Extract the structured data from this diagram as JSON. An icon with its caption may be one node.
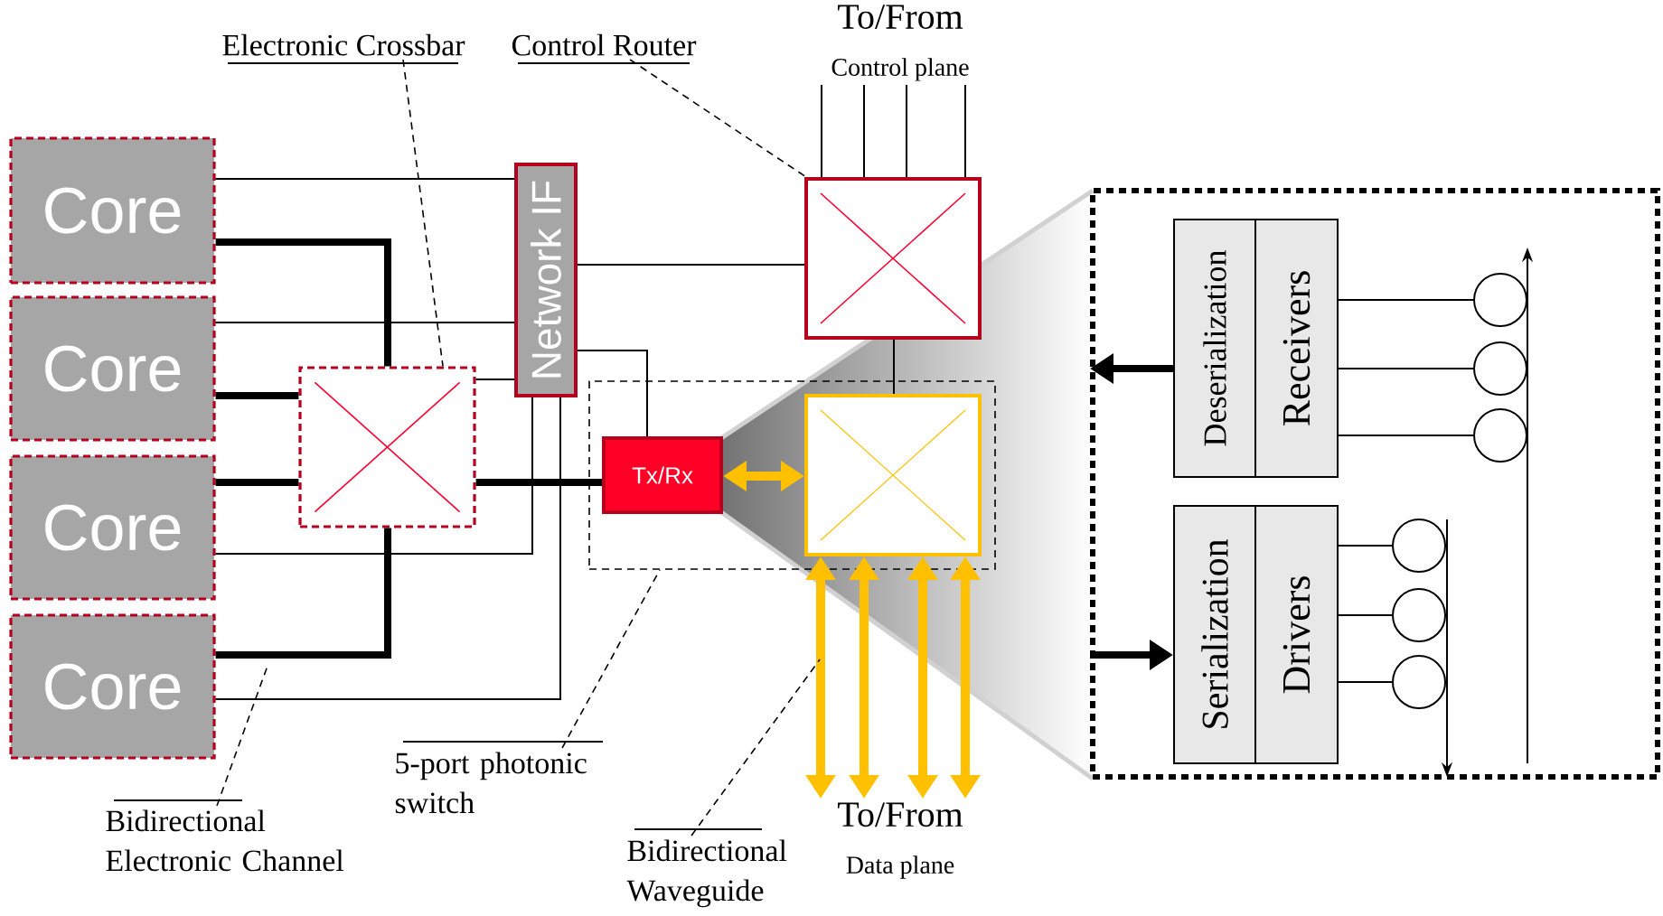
{
  "diagram": {
    "nodes": [
      {
        "text": [
          "Core"
        ]
      },
      {
        "text": [
          "Core"
        ]
      },
      {
        "text": [
          "Core"
        ]
      },
      {
        "text": [
          "Core"
        ]
      },
      {
        "text": [],
        "shape": "box"
      },
      {
        "text": [
          "Network IF"
        ]
      },
      {
        "text": [],
        "shape": "box"
      },
      {
        "text": [],
        "shape": "box"
      },
      {
        "text": [
          "Tx/Rx"
        ],
        "in": 7
      },
      {
        "text": [],
        "shape": "box",
        "in": 7
      },
      {
        "text": [],
        "shape": "box"
      },
      {
        "text": [
          "Deserialization"
        ],
        "in": 10
      },
      {
        "text": [
          "Receivers"
        ],
        "in": 10
      },
      {
        "text": [
          "Serialization"
        ],
        "in": 10
      },
      {
        "text": [
          "Drivers"
        ],
        "in": 10
      },
      {
        "text": [],
        "shape": "circle",
        "in": 10
      },
      {
        "text": [],
        "shape": "circle",
        "in": 10
      },
      {
        "text": [],
        "shape": "circle",
        "in": 10
      },
      {
        "text": [],
        "shape": "circle",
        "in": 10
      },
      {
        "text": [],
        "shape": "circle",
        "in": 10
      },
      {
        "text": [],
        "shape": "circle",
        "in": 10
      },
      {
        "text": [
          "Electronic Crossbar"
        ]
      },
      {
        "text": [
          "Control Router"
        ]
      },
      {
        "text": [
          "To/From",
          "Control plane"
        ]
      },
      {
        "text": [
          "5-port photonic switch"
        ]
      },
      {
        "text": [
          "Bidirectional Electronic Channel"
        ]
      },
      {
        "text": [
          "Bidirectional Waveguide"
        ]
      },
      {
        "text": [
          "To/From",
          "Data plane"
        ]
      }
    ],
    "edges": [
      {
        "from": 0,
        "to": 5,
        "arrow": "none"
      },
      {
        "from": 1,
        "to": 5,
        "arrow": "none"
      },
      {
        "from": 4,
        "to": 5,
        "arrow": "none"
      },
      {
        "from": 2,
        "to": 5,
        "arrow": "none"
      },
      {
        "from": 3,
        "to": 5,
        "arrow": "none"
      },
      {
        "from": 5,
        "to": 6,
        "arrow": "none"
      },
      {
        "from": 5,
        "to": 8,
        "arrow": "none"
      },
      {
        "from": 6,
        "to": 9,
        "arrow": "none"
      },
      {
        "from": 0,
        "to": 4,
        "arrow": "none",
        "style": "thick"
      },
      {
        "from": 1,
        "to": 4,
        "arrow": "none",
        "style": "thick"
      },
      {
        "from": 2,
        "to": 4,
        "arrow": "none",
        "style": "thick"
      },
      {
        "from": 3,
        "to": 4,
        "arrow": "none",
        "style": "thick"
      },
      {
        "from": 4,
        "to": 8,
        "arrow": "none",
        "style": "thick"
      },
      {
        "from": 8,
        "to": 9,
        "arrow": "both",
        "style": "thick",
        "color": "#ffc000"
      },
      {
        "from": 6,
        "to": 23,
        "arrow": "none"
      },
      {
        "from": 6,
        "to": 23,
        "arrow": "none"
      },
      {
        "from": 6,
        "to": 23,
        "arrow": "none"
      },
      {
        "from": 6,
        "to": 23,
        "arrow": "none"
      },
      {
        "from": 9,
        "to": 27,
        "arrow": "both",
        "style": "thick",
        "color": "#ffc000"
      },
      {
        "from": 9,
        "to": 27,
        "arrow": "both",
        "style": "thick",
        "color": "#ffc000"
      },
      {
        "from": 9,
        "to": 27,
        "arrow": "both",
        "style": "thick",
        "color": "#ffc000"
      },
      {
        "from": 9,
        "to": 27,
        "arrow": "both",
        "style": "thick",
        "color": "#ffc000"
      },
      {
        "from": 12,
        "to": 15,
        "arrow": "none"
      },
      {
        "from": 12,
        "to": 16,
        "arrow": "none"
      },
      {
        "from": 12,
        "to": 17,
        "arrow": "none"
      },
      {
        "from": 14,
        "to": 18,
        "arrow": "none"
      },
      {
        "from": 14,
        "to": 19,
        "arrow": "none"
      },
      {
        "from": 14,
        "to": 20,
        "arrow": "none"
      },
      {
        "from": 11,
        "to": 10,
        "arrow": "to",
        "style": "thick"
      },
      {
        "from": 10,
        "to": 13,
        "arrow": "to",
        "style": "thick"
      },
      {
        "from": 21,
        "to": 4,
        "arrow": "none",
        "style": "dashed"
      },
      {
        "from": 22,
        "to": 6,
        "arrow": "none",
        "style": "dashed"
      },
      {
        "from": 24,
        "to": 7,
        "arrow": "none",
        "style": "dashed"
      },
      {
        "from": 25,
        "to": null,
        "arrow": "none",
        "style": "dashed"
      },
      {
        "from": 26,
        "to": null,
        "arrow": "none",
        "style": "dashed"
      }
    ]
  }
}
